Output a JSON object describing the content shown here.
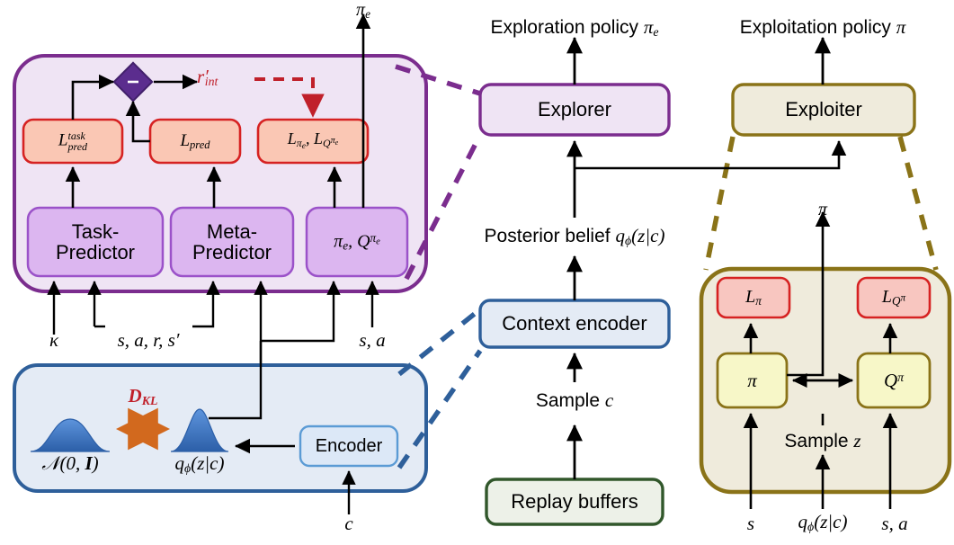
{
  "colors": {
    "explorer_purple": "#7B2D8E",
    "explorer_fill": "#EFE4F4",
    "predictor_fill": "#DCB6F0",
    "loss_red_border": "#D62222",
    "loss_red_fill": "#FAC7B4",
    "loss_red_fill_right": "#F8C6C0",
    "encoder_blue": "#2E5F9A",
    "encoder_fill": "#E4EBF5",
    "exploiter_gold": "#8A7318",
    "exploiter_fill": "#EFEBDC",
    "policy_yellow_fill": "#F7F7C8",
    "replay_green": "#31572B",
    "replay_fill": "#EDF1E8",
    "diamond_purple": "#5B2D8E",
    "rint_red": "#C0202A",
    "dkl_red": "#C0202A",
    "arrow_orange": "#D2691E",
    "gauss_blue": "#3D76C4",
    "line_black": "#000000"
  },
  "explorer_panel": {
    "name": "Explorer internals panel",
    "diamond_op": "−",
    "rint_label": "r'int",
    "loss_boxes": [
      {
        "label": "L_pred^task",
        "base": "L",
        "sub": "pred",
        "sup": "task"
      },
      {
        "label": "L_pred",
        "base": "L",
        "sub": "pred",
        "sup": ""
      },
      {
        "label": "L_pie , L_Qpie"
      }
    ],
    "module_boxes": [
      {
        "line1": "Task-",
        "line2": "Predictor"
      },
      {
        "line1": "Meta-",
        "line2": "Predictor"
      },
      {
        "line1": "pi_e , Q^pi_e",
        "line2": ""
      }
    ],
    "inputs": [
      {
        "label": "k"
      },
      {
        "label": "s, a, r, s'"
      },
      {
        "label": "s, a"
      }
    ],
    "output_label": "pi_e"
  },
  "encoder_panel": {
    "name": "Context encoder internals panel",
    "dkl_label": "D_KL",
    "prior_label": "N(0, I)",
    "posterior_label": "q_phi(z|c)",
    "encoder_box": "Encoder",
    "input_label": "c"
  },
  "center_column": {
    "top_caption": "Exploration policy",
    "top_caption_symbol": "pi_e",
    "explorer_box": "Explorer",
    "posterior_caption": "Posterior belief",
    "posterior_symbol": "q_phi(z|c)",
    "context_encoder_box": "Context encoder",
    "sample_c_label": "Sample",
    "sample_c_symbol": "c",
    "replay_box": "Replay buffers"
  },
  "right_column": {
    "top_caption": "Exploitation policy",
    "top_caption_symbol": "pi",
    "exploiter_box": "Exploiter",
    "pi_out_label": "pi"
  },
  "exploiter_panel": {
    "name": "Exploiter internals panel",
    "loss_boxes": [
      {
        "label": "L_pi"
      },
      {
        "label": "L_Qpi"
      }
    ],
    "policy_boxes": [
      {
        "label": "pi"
      },
      {
        "label": "Q^pi"
      }
    ],
    "sample_z_label": "Sample",
    "sample_z_symbol": "z",
    "inputs": [
      {
        "label": "s"
      },
      {
        "label": "q_phi(z|c)"
      },
      {
        "label": "s, a"
      }
    ]
  }
}
